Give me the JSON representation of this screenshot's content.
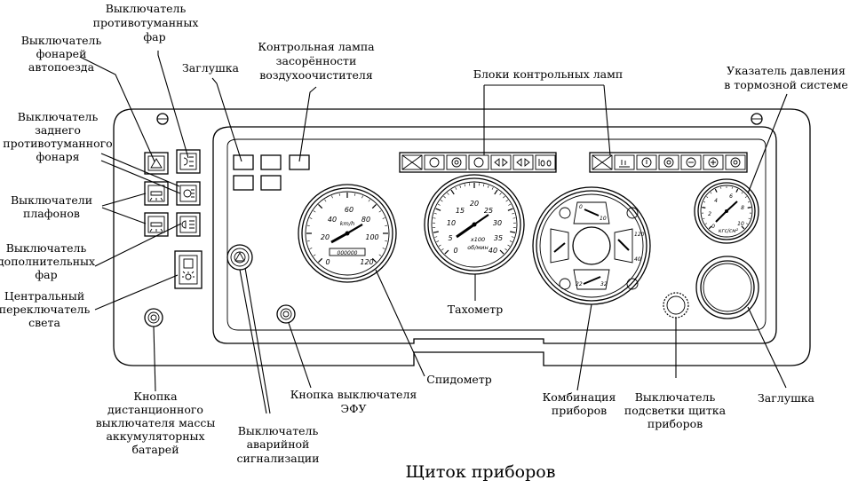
{
  "caption": "Щиток приборов",
  "labels": {
    "front_fog_switch": [
      "Выключатель",
      "противотуманных",
      "фар"
    ],
    "train_lights_switch": [
      "Выключатель",
      "фонарей",
      "автопоезда"
    ],
    "plug_top": [
      "Заглушка"
    ],
    "air_filter_lamp": [
      "Контрольная лампа",
      "засорённости",
      "воздухоочистителя"
    ],
    "lamp_blocks": [
      "Блоки контрольных ламп"
    ],
    "brake_pressure_gauge": [
      "Указатель давления",
      "в тормозной системе"
    ],
    "rear_fog_switch": [
      "Выключатель",
      "заднего",
      "противотуманного",
      "фонаря"
    ],
    "cabin_light_switches": [
      "Выключатели",
      "плафонов"
    ],
    "aux_lights_switch": [
      "Выключатель",
      "дополнительных",
      "фар"
    ],
    "main_light_switch": [
      "Центральный",
      "переключатель",
      "света"
    ],
    "tachometer": [
      "Тахометр"
    ],
    "battery_button": [
      "Кнопка",
      "дистанционного",
      "выключателя массы",
      "аккумуляторных",
      "батарей"
    ],
    "hazard_switch": [
      "Выключатель",
      "аварийной",
      "сигнализации"
    ],
    "efu_button": [
      "Кнопка выключателя",
      "ЭФУ"
    ],
    "speedometer": [
      "Спидометр"
    ],
    "instrument_cluster": [
      "Комбинация",
      "приборов"
    ],
    "panel_light_switch": [
      "Выключатель",
      "подсветки щитка",
      "приборов"
    ],
    "plug_bottom": [
      "Заглушка"
    ]
  },
  "speedometer": {
    "scale": [
      "0",
      "20",
      "40",
      "60",
      "80",
      "100",
      "120"
    ],
    "unit": "km/h",
    "odometer": "000000"
  },
  "tachometer": {
    "scale": [
      "0",
      "5",
      "10",
      "15",
      "20",
      "25",
      "30",
      "35",
      "40"
    ],
    "unit_top": "x100",
    "unit_bottom": "об/мин"
  },
  "pressure_gauge": {
    "scale": [
      "0",
      "2",
      "4",
      "6",
      "8",
      "10"
    ],
    "unit": "кгс/см²"
  },
  "cluster": {
    "oil_scale": [
      "0",
      "10"
    ],
    "temp_scale": [
      "120",
      "40"
    ],
    "volt_scale": [
      "22",
      "32"
    ]
  }
}
